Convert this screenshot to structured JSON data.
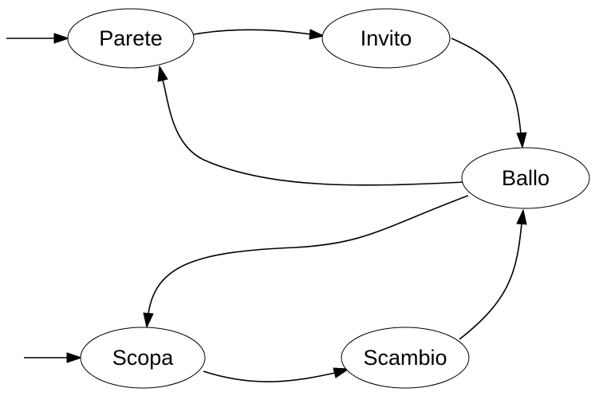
{
  "nodes": {
    "parete": {
      "label": "Parete"
    },
    "invito": {
      "label": "Invito"
    },
    "ballo": {
      "label": "Ballo"
    },
    "scopa": {
      "label": "Scopa"
    },
    "scambio": {
      "label": "Scambio"
    }
  },
  "edges": [
    {
      "from": "start-1",
      "to": "parete"
    },
    {
      "from": "parete",
      "to": "invito"
    },
    {
      "from": "invito",
      "to": "ballo"
    },
    {
      "from": "ballo",
      "to": "parete"
    },
    {
      "from": "ballo",
      "to": "scopa"
    },
    {
      "from": "start-2",
      "to": "scopa"
    },
    {
      "from": "scopa",
      "to": "scambio"
    },
    {
      "from": "scambio",
      "to": "ballo"
    }
  ],
  "colors": {
    "stroke": "#000000",
    "fill": "#ffffff"
  }
}
